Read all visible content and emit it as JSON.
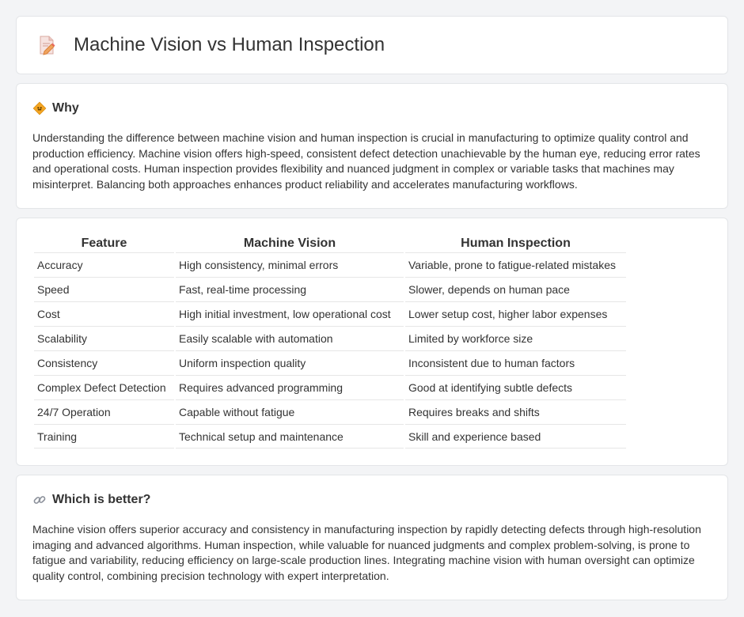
{
  "header": {
    "title": "Machine Vision vs Human Inspection",
    "icon": "document-pen-icon"
  },
  "why": {
    "title": "Why",
    "icon": "diamond-sign-icon",
    "text": "Understanding the difference between machine vision and human inspection is crucial in manufacturing to optimize quality control and production efficiency. Machine vision offers high-speed, consistent defect detection unachievable by the human eye, reducing error rates and operational costs. Human inspection provides flexibility and nuanced judgment in complex or variable tasks that machines may misinterpret. Balancing both approaches enhances product reliability and accelerates manufacturing workflows."
  },
  "table": {
    "headers": [
      "Feature",
      "Machine Vision",
      "Human Inspection"
    ],
    "rows": [
      [
        "Accuracy",
        "High consistency, minimal errors",
        "Variable, prone to fatigue-related mistakes"
      ],
      [
        "Speed",
        "Fast, real-time processing",
        "Slower, depends on human pace"
      ],
      [
        "Cost",
        "High initial investment, low operational cost",
        "Lower setup cost, higher labor expenses"
      ],
      [
        "Scalability",
        "Easily scalable with automation",
        "Limited by workforce size"
      ],
      [
        "Consistency",
        "Uniform inspection quality",
        "Inconsistent due to human factors"
      ],
      [
        "Complex Defect Detection",
        "Requires advanced programming",
        "Good at identifying subtle defects"
      ],
      [
        "24/7 Operation",
        "Capable without fatigue",
        "Requires breaks and shifts"
      ],
      [
        "Training",
        "Technical setup and maintenance",
        "Skill and experience based"
      ]
    ]
  },
  "better": {
    "title": "Which is better?",
    "icon": "link-icon",
    "text": "Machine vision offers superior accuracy and consistency in manufacturing inspection by rapidly detecting defects through high-resolution imaging and advanced algorithms. Human inspection, while valuable for nuanced judgments and complex problem-solving, is prone to fatigue and variability, reducing efficiency on large-scale production lines. Integrating machine vision with human oversight can optimize quality control, combining precision technology with expert interpretation."
  }
}
